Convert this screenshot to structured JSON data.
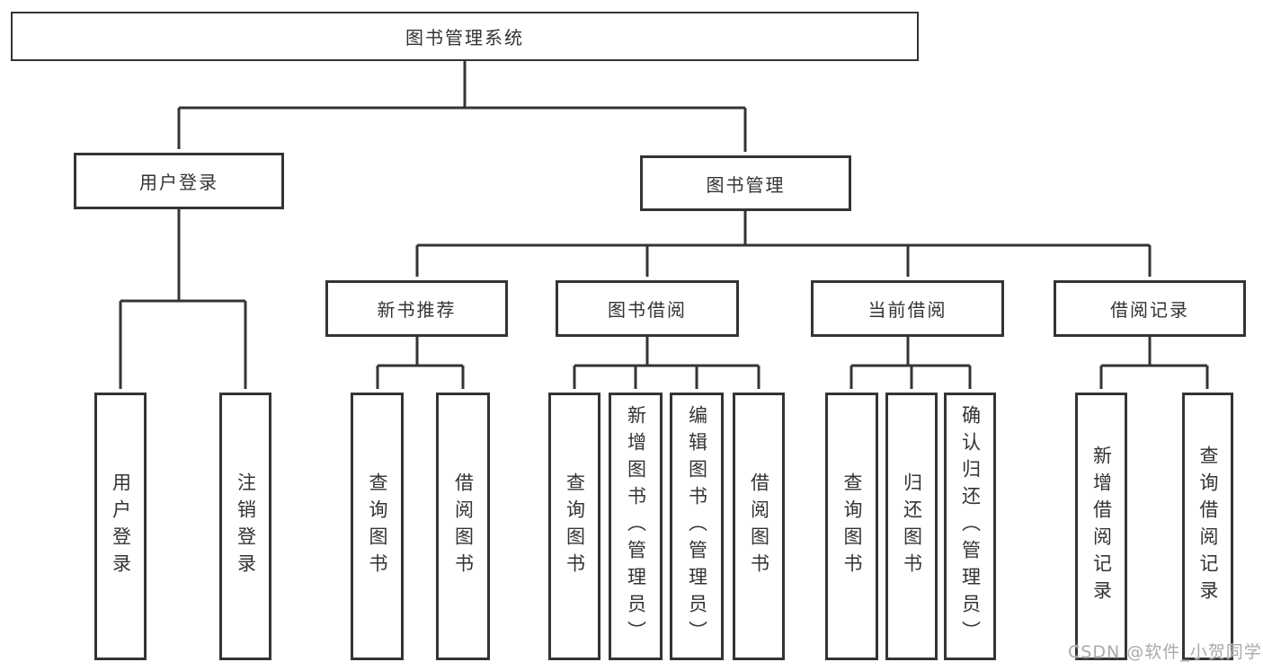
{
  "diagram_title": "图书管理系统",
  "tree": {
    "root": {
      "label": "图书管理系统"
    },
    "branches": [
      {
        "label": "用户登录",
        "children": [
          {
            "label": "用户登录"
          },
          {
            "label": "注销登录"
          }
        ]
      },
      {
        "label": "图书管理",
        "children": [
          {
            "label": "新书推荐",
            "children": [
              {
                "label": "查询图书"
              },
              {
                "label": "借阅图书"
              }
            ]
          },
          {
            "label": "图书借阅",
            "children": [
              {
                "label": "查询图书"
              },
              {
                "label": "新增图书（管理员）"
              },
              {
                "label": "编辑图书（管理员）"
              },
              {
                "label": "借阅图书"
              }
            ]
          },
          {
            "label": "当前借阅",
            "children": [
              {
                "label": "查询图书"
              },
              {
                "label": "归还图书"
              },
              {
                "label": "确认归还（管理员）"
              }
            ]
          },
          {
            "label": "借阅记录",
            "children": [
              {
                "label": "新增借阅记录"
              },
              {
                "label": "查询借阅记录"
              }
            ]
          }
        ]
      }
    ]
  },
  "watermark": {
    "text": "CSDN @软件_小贺同学"
  },
  "colors": {
    "line": "#343434",
    "text": "#333333",
    "box_background": "#ffffff",
    "page_background": "#ffffff",
    "watermark": "#aaaaaa"
  }
}
